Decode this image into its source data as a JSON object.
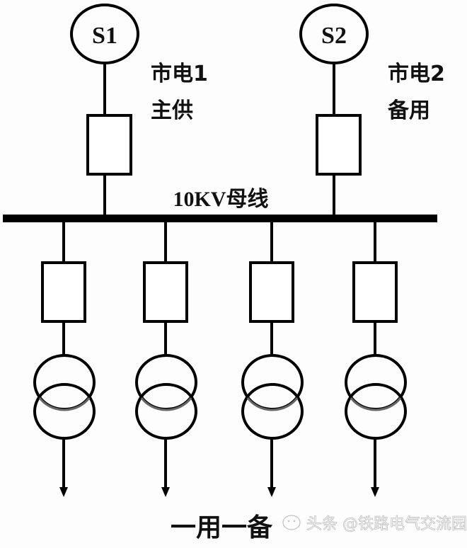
{
  "title": "10KV single-bus one-in-use one-standby wiring diagram",
  "sources": [
    {
      "id": "S1",
      "label": "S1",
      "name": "市电1",
      "role": "主供"
    },
    {
      "id": "S2",
      "label": "S2",
      "name": "市电2",
      "role": "备用"
    }
  ],
  "bus": {
    "label": "10KV母线"
  },
  "feeders": [
    {
      "id": "feeder-1"
    },
    {
      "id": "feeder-2"
    },
    {
      "id": "feeder-3"
    },
    {
      "id": "feeder-4"
    }
  ],
  "caption": "一用一备",
  "watermark": "头条 @铁路电气交流园",
  "colors": {
    "line": "#000000",
    "background": "#fdfdfd",
    "watermark": "#bbbbbb"
  }
}
